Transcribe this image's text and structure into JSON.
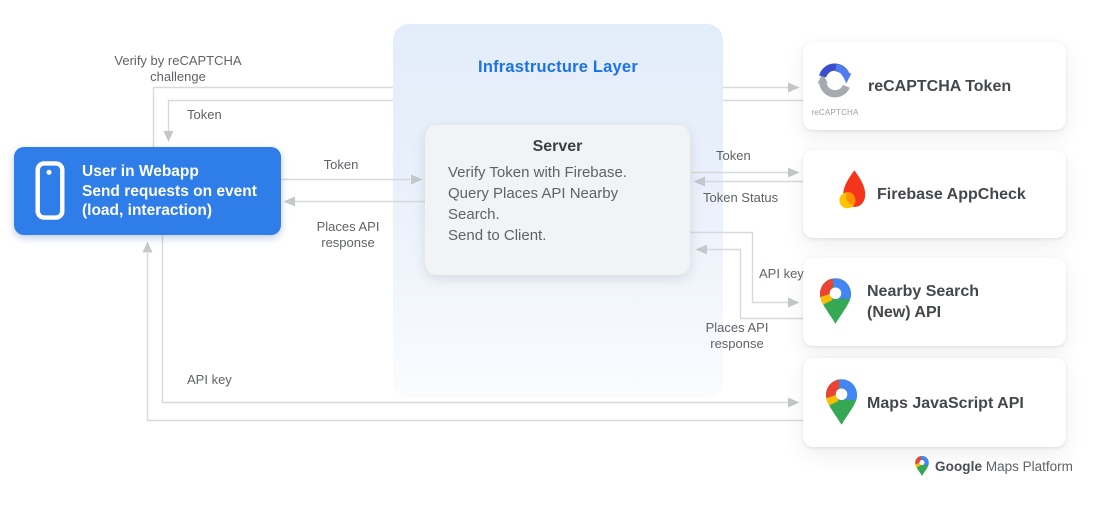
{
  "user_node": {
    "icon": "phone-icon",
    "lines": [
      "User in Webapp",
      "Send requests on event",
      "(load, interaction)"
    ]
  },
  "infrastructure": {
    "title": "Infrastructure Layer",
    "server": {
      "title": "Server",
      "body_lines": [
        "Verify Token with Firebase.",
        "Query Places API Nearby",
        "Search.",
        "Send to Client."
      ]
    }
  },
  "services": [
    {
      "icon": "recaptcha-icon",
      "icon_caption": "reCAPTCHA",
      "label_lines": [
        "reCAPTCHA Token"
      ]
    },
    {
      "icon": "firebase-icon",
      "label_lines": [
        "Firebase AppCheck"
      ]
    },
    {
      "icon": "google-maps-pin-icon",
      "label_lines": [
        "Nearby Search",
        "(New) API"
      ]
    },
    {
      "icon": "google-maps-pin-icon",
      "label_lines": [
        "Maps JavaScript API"
      ]
    }
  ],
  "edge_labels": {
    "verify_challenge_lines": [
      "Verify by reCAPTCHA",
      "challenge"
    ],
    "token_to_user": "Token",
    "token_user_to_server": "Token",
    "places_response_to_user_lines": [
      "Places API",
      "response"
    ],
    "token_server_to_firebase": "Token",
    "token_status": "Token Status",
    "api_key_to_nearby": "API key",
    "places_response_to_server_lines": [
      "Places API",
      "response"
    ],
    "api_key_to_mapsjs": "API key"
  },
  "footer": {
    "google": "Google",
    "rest": "Maps Platform"
  },
  "colors": {
    "node_blue": "#2e7de9",
    "accent_blue": "#1a73e8",
    "server_bg": "#f1f3f4",
    "line_gray": "#d7d9db",
    "arrowhead_gray": "#c5c8cb",
    "label_gray": "#5f6368",
    "card_text": "#44484c",
    "google_red": "#ea4335",
    "google_blue": "#4285f4",
    "google_yellow": "#fbbc04",
    "google_green": "#34a853",
    "firebase_red": "#f5341c",
    "firebase_amber": "#ffc400",
    "firebase_orange": "#ff9100",
    "recaptcha_blue_dark": "#3b4ec9",
    "recaptcha_blue_light": "#4f7df0",
    "recaptcha_gray": "#a6a9ad"
  }
}
